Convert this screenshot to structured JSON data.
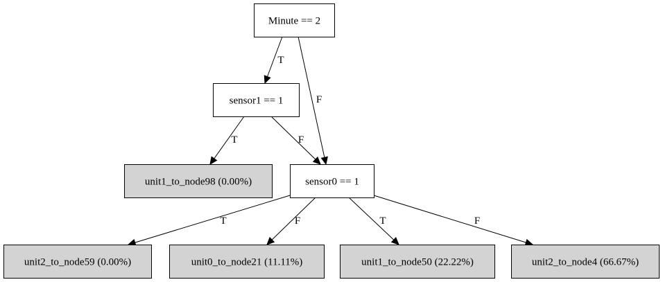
{
  "diagram": {
    "colors": {
      "decision_fill": "#ffffff",
      "leaf_fill": "#d3d3d3",
      "stroke": "#000000"
    },
    "nodes": [
      {
        "id": "n_minute",
        "kind": "decision",
        "label": "Minute == 2"
      },
      {
        "id": "n_sensor1",
        "kind": "decision",
        "label": "sensor1 == 1"
      },
      {
        "id": "n_leaf98",
        "kind": "leaf",
        "label": "unit1_to_node98 (0.00%)"
      },
      {
        "id": "n_sensor0",
        "kind": "decision",
        "label": "sensor0 == 1"
      },
      {
        "id": "n_leaf59",
        "kind": "leaf",
        "label": "unit2_to_node59 (0.00%)"
      },
      {
        "id": "n_leaf21",
        "kind": "leaf",
        "label": "unit0_to_node21 (11.11%)"
      },
      {
        "id": "n_leaf50",
        "kind": "leaf",
        "label": "unit1_to_node50 (22.22%)"
      },
      {
        "id": "n_leaf4",
        "kind": "leaf",
        "label": "unit2_to_node4 (66.67%)"
      }
    ],
    "edges": [
      {
        "from": "n_minute",
        "to": "n_sensor1",
        "label": "T"
      },
      {
        "from": "n_minute",
        "to": "n_sensor0",
        "label": "F"
      },
      {
        "from": "n_sensor1",
        "to": "n_leaf98",
        "label": "T"
      },
      {
        "from": "n_sensor1",
        "to": "n_sensor0",
        "label": "F"
      },
      {
        "from": "n_sensor0",
        "to": "n_leaf59",
        "label": "T"
      },
      {
        "from": "n_sensor0",
        "to": "n_leaf21",
        "label": "F"
      },
      {
        "from": "n_sensor0",
        "to": "n_leaf50",
        "label": "T"
      },
      {
        "from": "n_sensor0",
        "to": "n_leaf4",
        "label": "F"
      }
    ]
  }
}
